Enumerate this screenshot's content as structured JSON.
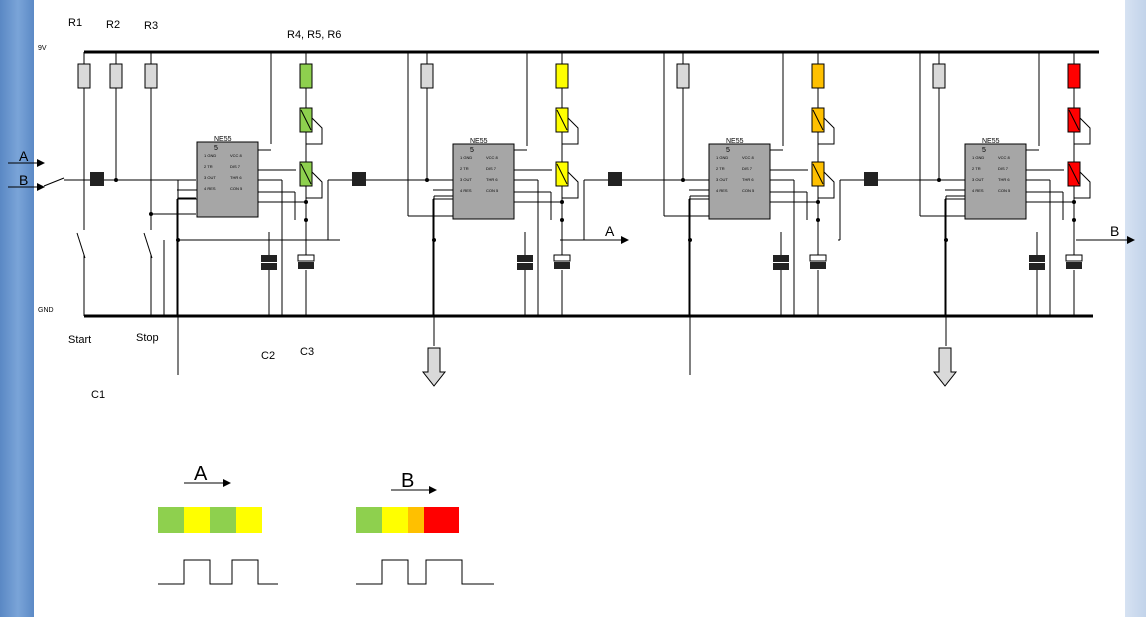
{
  "colors": {
    "green": "#8ed04e",
    "yellow": "#ffff00",
    "orange": "#ffc000",
    "red": "#ff0000",
    "gray_resistor": "#d9d9d9",
    "ic_fill": "#a6a6a6",
    "arrow_fill": "#d9d9d9"
  },
  "labels": {
    "r1": "R1",
    "r2": "R2",
    "r3": "R3",
    "r456": "R4, R5, R6",
    "v9": "9V",
    "gnd": "GND",
    "start": "Start",
    "stop": "Stop",
    "c1": "C1",
    "c2": "C2",
    "c3": "C3",
    "in_a": "A",
    "in_b": "B",
    "out_a": "A",
    "out_b": "B"
  },
  "ic": {
    "name": "NE55",
    "name_suffix": "5",
    "pins_left": [
      "1 GND",
      "2 TR",
      "3 OUT",
      "4 RES"
    ],
    "pins_right": [
      "VCC 8",
      "DIS 7",
      "THR 6",
      "CON 5"
    ]
  },
  "legend": {
    "a": {
      "label": "A",
      "colors": [
        "green",
        "yellow",
        "green",
        "yellow"
      ]
    },
    "b": {
      "label": "B",
      "colors": [
        "green",
        "yellow",
        "orange",
        "red"
      ]
    }
  }
}
